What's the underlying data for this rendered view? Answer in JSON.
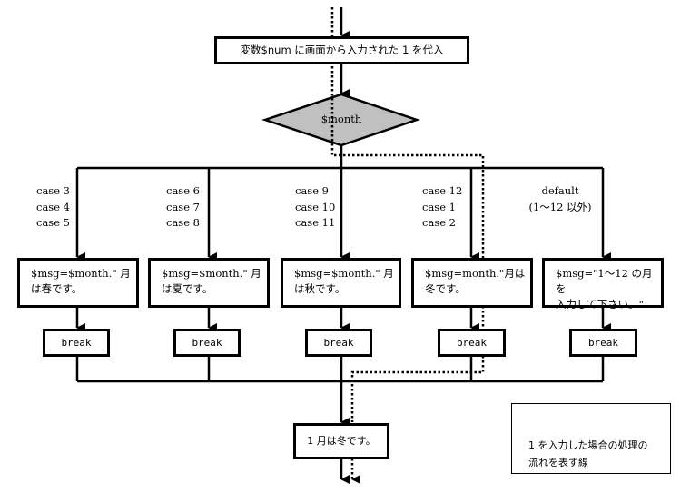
{
  "start_box": {
    "label": "変数$num に画面から入力された 1 を代入"
  },
  "decision": {
    "label": "$month"
  },
  "branches": [
    {
      "cases": [
        "case 3",
        "case 4",
        "case 5"
      ],
      "action_lines": [
        "$msg=$month.\"  月",
        "は春です。"
      ],
      "break_label": "break"
    },
    {
      "cases": [
        "case 6",
        "case 7",
        "case 8"
      ],
      "action_lines": [
        "$msg=$month.\"  月",
        "は夏です。"
      ],
      "break_label": "break"
    },
    {
      "cases": [
        "case 9",
        "case 10",
        "case 11"
      ],
      "action_lines": [
        "$msg=$month.\"  月",
        "は秋です。"
      ],
      "break_label": "break"
    },
    {
      "cases": [
        "case 12",
        "case 1",
        "case 2"
      ],
      "action_lines": [
        "$msg=month.\"月は",
        "冬です。"
      ],
      "break_label": "break"
    },
    {
      "cases": [
        "default",
        "(1～12 以外)"
      ],
      "action_lines": [
        "$msg=\"1～12  の月を",
        "入力して下さい。\""
      ],
      "break_label": "break"
    }
  ],
  "result_box": {
    "label": "1 月は冬です。"
  },
  "legend": {
    "lines": [
      "1 を入力した場合の処理の",
      "流れを表す線"
    ]
  },
  "colors": {
    "line": "#000000",
    "decision_fill": "#c0c0c0",
    "background": "#ffffff"
  }
}
